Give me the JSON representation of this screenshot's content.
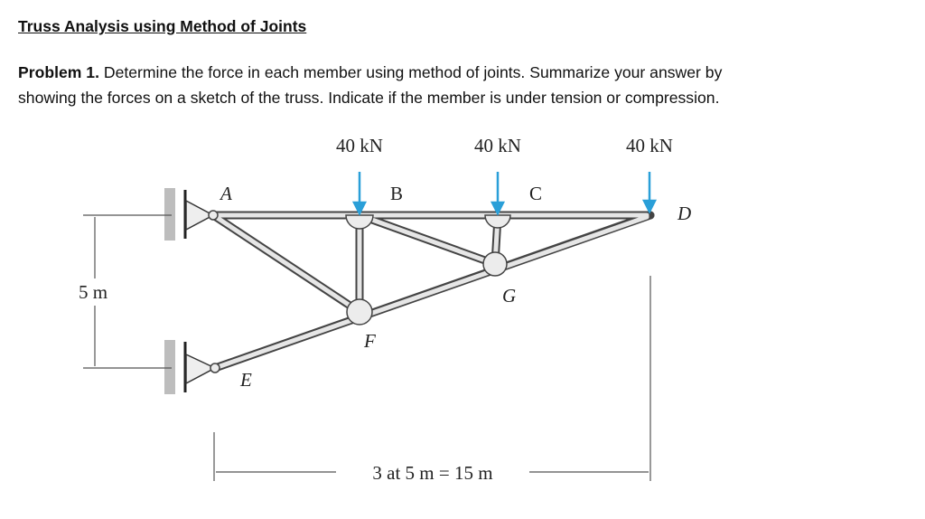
{
  "title": "Truss Analysis using Method of Joints",
  "problem": {
    "label": "Problem 1.",
    "line1": " Determine the force in each member using method of joints. Summarize your answer by",
    "line2": "showing the forces on a sketch of the truss. Indicate if the member is under tension or compression."
  },
  "figure": {
    "loads": [
      "40 kN",
      "40 kN",
      "40 kN"
    ],
    "joints": [
      "A",
      "B",
      "C",
      "D",
      "E",
      "F",
      "G"
    ],
    "height_dim": "5 m",
    "span_dim": "3 at 5 m = 15 m",
    "load_color": "#2a9fd8"
  }
}
